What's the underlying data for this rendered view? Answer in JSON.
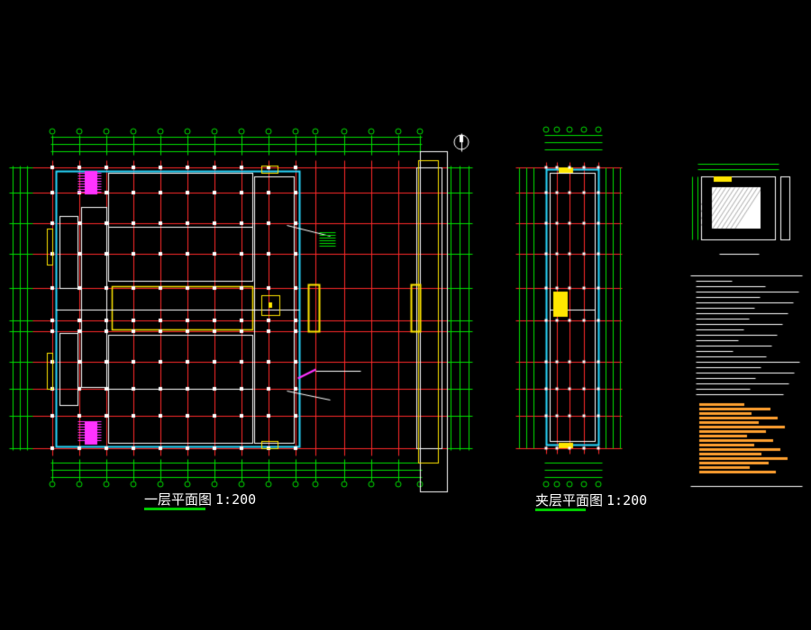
{
  "drawing": {
    "plan_ground": {
      "title": "一层平面图",
      "scale": "1:200"
    },
    "plan_mezzanine": {
      "title": "夹层平面图",
      "scale": "1:200"
    }
  },
  "colors": {
    "background": "#000000",
    "axis_line": "#ff2a2a",
    "dimension": "#00e000",
    "wall": "#ffffff",
    "exterior_wall": "#29d8ff",
    "highlight": "#ffe600",
    "stair": "#ff33ff",
    "annotation_fill": "#ffa030",
    "title_underline": "#00c800"
  }
}
